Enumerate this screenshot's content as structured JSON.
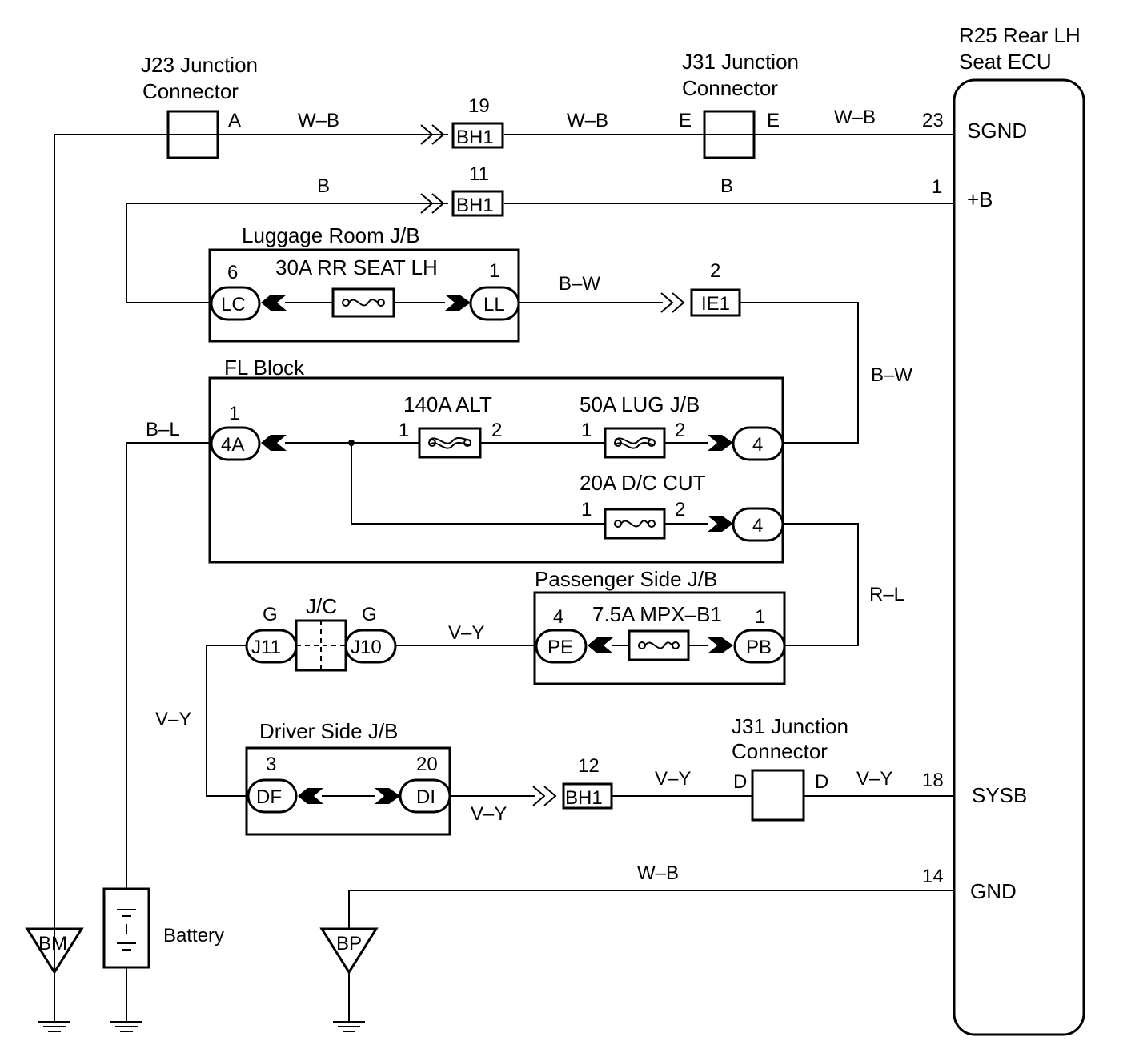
{
  "ecu": {
    "title_line1": "R25 Rear LH",
    "title_line2": "Seat ECU",
    "pins": [
      {
        "num": "23",
        "name": "SGND"
      },
      {
        "num": "1",
        "name": "+B"
      },
      {
        "num": "18",
        "name": "SYSB"
      },
      {
        "num": "14",
        "name": "GND"
      }
    ]
  },
  "j23": {
    "title_line1": "J23 Junction",
    "title_line2": "Connector",
    "pin": "A"
  },
  "j31_top": {
    "title_line1": "J31 Junction",
    "title_line2": "Connector",
    "pin_left": "E",
    "pin_right": "E"
  },
  "j31_bottom": {
    "title_line1": "J31 Junction",
    "title_line2": "Connector",
    "pin_left": "D",
    "pin_right": "D"
  },
  "bh1": [
    {
      "num": "19",
      "label": "BH1"
    },
    {
      "num": "11",
      "label": "BH1"
    },
    {
      "num": "12",
      "label": "BH1"
    }
  ],
  "ie1": {
    "num": "2",
    "label": "IE1"
  },
  "luggage_jb": {
    "title": "Luggage Room J/B",
    "fuse": "30A RR SEAT LH",
    "left": {
      "num": "6",
      "label": "LC"
    },
    "right": {
      "num": "1",
      "label": "LL"
    }
  },
  "fl_block": {
    "title": "FL Block",
    "terminal": {
      "num": "1",
      "label": "4A"
    },
    "fuse_alt": {
      "name": "140A ALT",
      "pin1": "1",
      "pin2": "2"
    },
    "fuse_lug": {
      "name": "50A LUG J/B",
      "pin1": "1",
      "pin2": "2",
      "out": "4"
    },
    "fuse_dc": {
      "name": "20A D/C CUT",
      "pin1": "1",
      "pin2": "2",
      "out": "4"
    }
  },
  "passenger_jb": {
    "title": "Passenger Side J/B",
    "fuse": "7.5A MPX–B1",
    "left": {
      "num": "4",
      "label": "PE"
    },
    "right": {
      "num": "1",
      "label": "PB"
    }
  },
  "jc": {
    "title": "J/C",
    "left": {
      "num": "G",
      "label": "J11"
    },
    "right": {
      "num": "G",
      "label": "J10"
    }
  },
  "driver_jb": {
    "title": "Driver Side J/B",
    "left": {
      "num": "3",
      "label": "DF"
    },
    "right": {
      "num": "20",
      "label": "DI"
    }
  },
  "wires": {
    "wb1": "W–B",
    "wb2": "W–B",
    "wb3": "W–B",
    "wb_gnd": "W–B",
    "b1": "B",
    "b2": "B",
    "bw1": "B–W",
    "bw2": "B–W",
    "bl": "B–L",
    "rl": "R–L",
    "vy1": "V–Y",
    "vy2": "V–Y",
    "vy3": "V–Y",
    "vy4": "V–Y",
    "vy5": "V–Y"
  },
  "grounds": {
    "bm": "BM",
    "bp": "BP"
  },
  "battery": {
    "label": "Battery"
  }
}
